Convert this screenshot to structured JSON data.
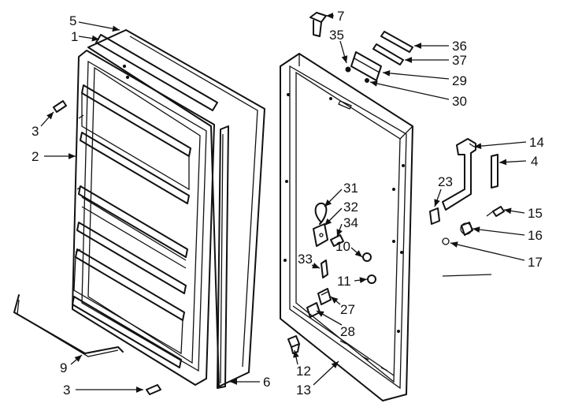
{
  "labels": [
    {
      "id": "lbl-5",
      "text": "5"
    },
    {
      "id": "lbl-1",
      "text": "1"
    },
    {
      "id": "lbl-3a",
      "text": "3"
    },
    {
      "id": "lbl-2",
      "text": "2"
    },
    {
      "id": "lbl-9",
      "text": "9"
    },
    {
      "id": "lbl-3b",
      "text": "3"
    },
    {
      "id": "lbl-6",
      "text": "6"
    },
    {
      "id": "lbl-7",
      "text": "7"
    },
    {
      "id": "lbl-35",
      "text": "35"
    },
    {
      "id": "lbl-36",
      "text": "36"
    },
    {
      "id": "lbl-37",
      "text": "37"
    },
    {
      "id": "lbl-29",
      "text": "29"
    },
    {
      "id": "lbl-30",
      "text": "30"
    },
    {
      "id": "lbl-14",
      "text": "14"
    },
    {
      "id": "lbl-4",
      "text": "4"
    },
    {
      "id": "lbl-23",
      "text": "23"
    },
    {
      "id": "lbl-15",
      "text": "15"
    },
    {
      "id": "lbl-16",
      "text": "16"
    },
    {
      "id": "lbl-17",
      "text": "17"
    },
    {
      "id": "lbl-31",
      "text": "31"
    },
    {
      "id": "lbl-32",
      "text": "32"
    },
    {
      "id": "lbl-34",
      "text": "34"
    },
    {
      "id": "lbl-33",
      "text": "33"
    },
    {
      "id": "lbl-10",
      "text": "10"
    },
    {
      "id": "lbl-11",
      "text": "11"
    },
    {
      "id": "lbl-27",
      "text": "27"
    },
    {
      "id": "lbl-28",
      "text": "28"
    },
    {
      "id": "lbl-12",
      "text": "12"
    },
    {
      "id": "lbl-13",
      "text": "13"
    }
  ]
}
